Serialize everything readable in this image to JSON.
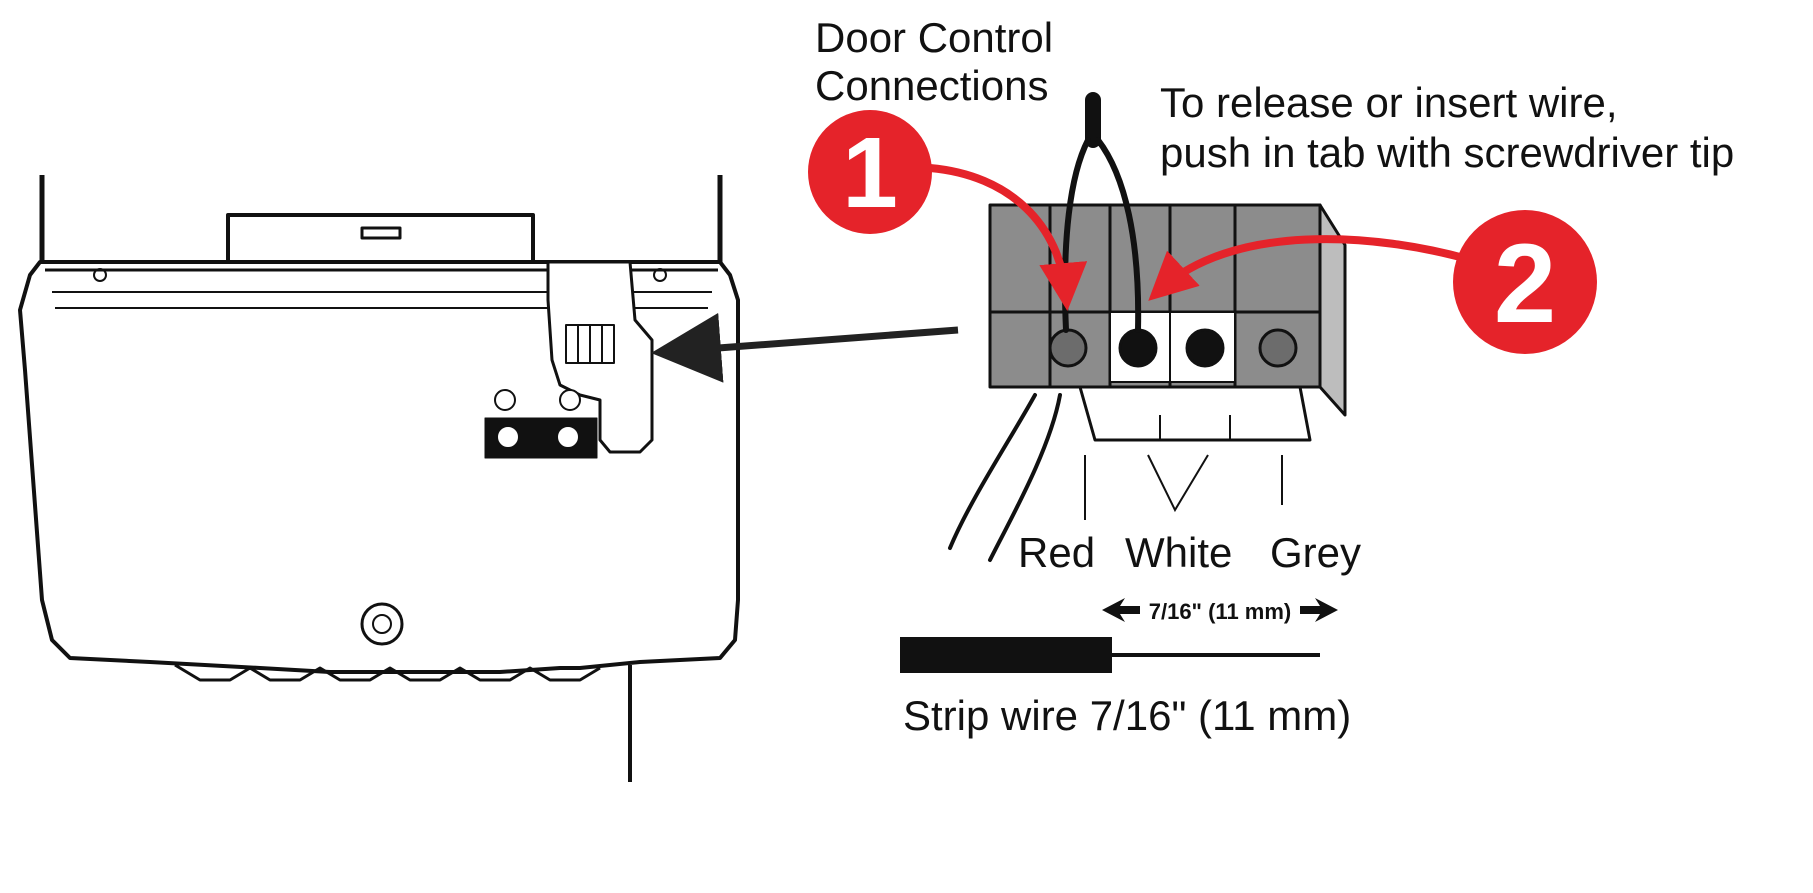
{
  "labels": {
    "door_control_line1": "Door Control",
    "door_control_line2": "Connections",
    "release_line1": "To release or insert wire,",
    "release_line2": "push in tab with screwdriver tip",
    "terminal_red": "Red",
    "terminal_white": "White",
    "terminal_grey": "Grey",
    "dimension": "7/16\" (11 mm)",
    "strip_wire": "Strip wire 7/16\" (11 mm)"
  },
  "steps": [
    {
      "number": "1"
    },
    {
      "number": "2"
    }
  ],
  "colors": {
    "step_badge": "#e5232a",
    "line": "#111111",
    "terminal_fill": "#8c8c8c"
  }
}
